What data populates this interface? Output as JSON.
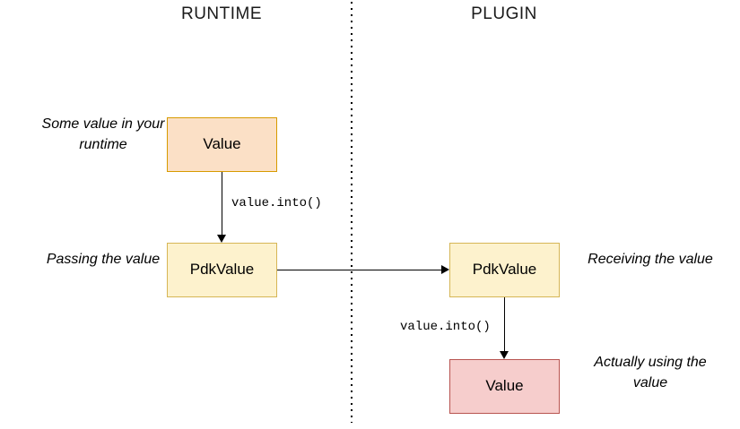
{
  "diagram": {
    "columns": [
      {
        "id": "runtime",
        "title": "RUNTIME"
      },
      {
        "id": "plugin",
        "title": "PLUGIN"
      }
    ],
    "divider": {
      "style": "dotted-vertical",
      "color": "#000000"
    },
    "nodes": [
      {
        "id": "runtime-value",
        "label": "Value",
        "column": "runtime",
        "fill": "#FBE0C6",
        "stroke": "#D79B00"
      },
      {
        "id": "runtime-pdkvalue",
        "label": "PdkValue",
        "column": "runtime",
        "fill": "#FDF2CD",
        "stroke": "#D6B656"
      },
      {
        "id": "plugin-pdkvalue",
        "label": "PdkValue",
        "column": "plugin",
        "fill": "#FDF2CD",
        "stroke": "#D6B656"
      },
      {
        "id": "plugin-value",
        "label": "Value",
        "column": "plugin",
        "fill": "#F6CDCC",
        "stroke": "#B85450"
      }
    ],
    "edges": [
      {
        "id": "runtime-value-to-pdkvalue",
        "from": "runtime-value",
        "to": "runtime-pdkvalue",
        "label": "value.into()",
        "direction": "down"
      },
      {
        "id": "runtime-pdkvalue-to-plugin-pdkvalue",
        "from": "runtime-pdkvalue",
        "to": "plugin-pdkvalue",
        "label": "",
        "direction": "right"
      },
      {
        "id": "plugin-pdkvalue-to-value",
        "from": "plugin-pdkvalue",
        "to": "plugin-value",
        "label": "value.into()",
        "direction": "down"
      }
    ],
    "annotations": [
      {
        "id": "some-value",
        "text": "Some value in your runtime",
        "side": "left"
      },
      {
        "id": "passing",
        "text": "Passing the value",
        "side": "left"
      },
      {
        "id": "receiving",
        "text": "Receiving the value",
        "side": "right"
      },
      {
        "id": "actually",
        "text": "Actually using the value",
        "side": "right"
      }
    ]
  }
}
